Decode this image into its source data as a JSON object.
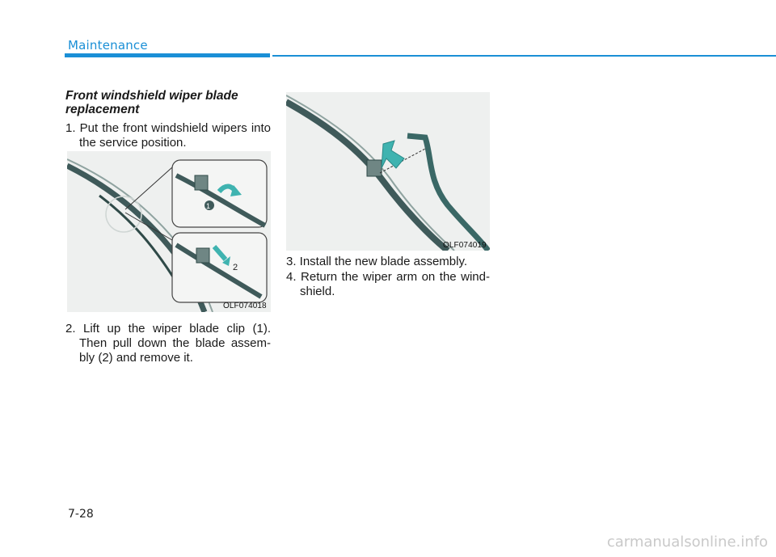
{
  "header": {
    "section": "Maintenance"
  },
  "content": {
    "title": "Front windshield wiper blade replacement",
    "step1": "1. Put the front windshield wipers into the service position.",
    "step2": "2. Lift up the wiper blade clip (1). Then pull down the blade assem- bly (2) and remove it.",
    "step3": "3. Install the new blade assembly.",
    "step4": "4. Return the wiper arm on the wind- shield."
  },
  "figures": {
    "left": {
      "code": "OLF074018",
      "callout_1": "1",
      "callout_2": "2"
    },
    "right": {
      "code": "OLF074019"
    }
  },
  "footer": {
    "page_number": "7-28",
    "watermark": "carmanualsonline.info"
  },
  "colors": {
    "accent": "#1a8fd6",
    "arrow_teal": "#3fb3b0",
    "illustration_bg": "#eef0ef"
  }
}
